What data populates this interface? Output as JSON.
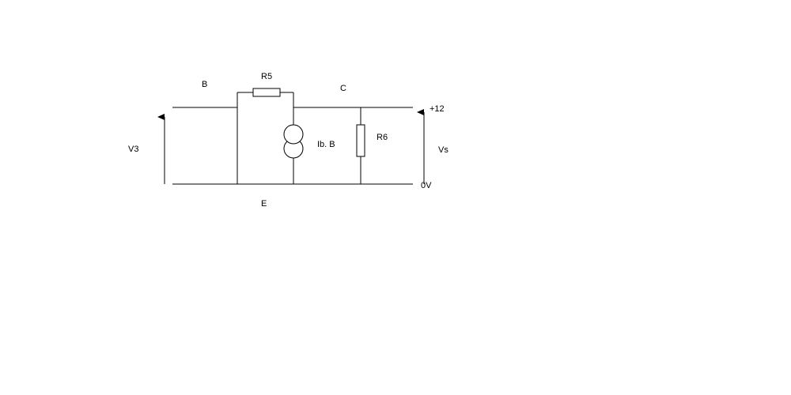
{
  "diagram": {
    "labels": {
      "base": "B",
      "r5": "R5",
      "collector": "C",
      "plus12": "+12",
      "v3": "V3",
      "current_source": "Ib. B",
      "r6": "R6",
      "vs": "Vs",
      "zero_v": "0V",
      "emitter": "E"
    },
    "colors": {
      "line": "#000000",
      "background": "#ffffff"
    }
  }
}
